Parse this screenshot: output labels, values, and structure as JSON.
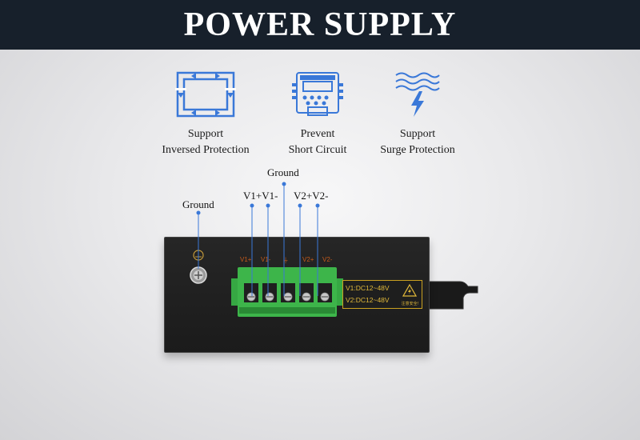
{
  "header": {
    "title": "POWER SUPPLY"
  },
  "features": [
    {
      "line1": "Support",
      "line2": "Inversed Protection",
      "icon": "reverse-polarity-icon"
    },
    {
      "line1": "Prevent",
      "line2": "Short Circuit",
      "icon": "circuit-board-icon"
    },
    {
      "line1": "Support",
      "line2": "Surge Protection",
      "icon": "surge-lightning-icon"
    }
  ],
  "callouts": {
    "ground_left": "Ground",
    "ground_top": "Ground",
    "v1": "V1+V1-",
    "v2": "V2+V2-"
  },
  "device": {
    "pins": [
      "V1+",
      "V1-",
      "⏚",
      "V2+",
      "V2-"
    ],
    "rating_line1": "V1:DC12~48V",
    "rating_line2": "V2:DC12~48V",
    "warning_text": "注意安全!"
  },
  "colors": {
    "header_bg": "#17202b",
    "icon_blue": "#3a78d8",
    "terminal_green": "#3db54a",
    "label_orange": "#c75a1a",
    "rating_gold": "#e0b83a"
  }
}
